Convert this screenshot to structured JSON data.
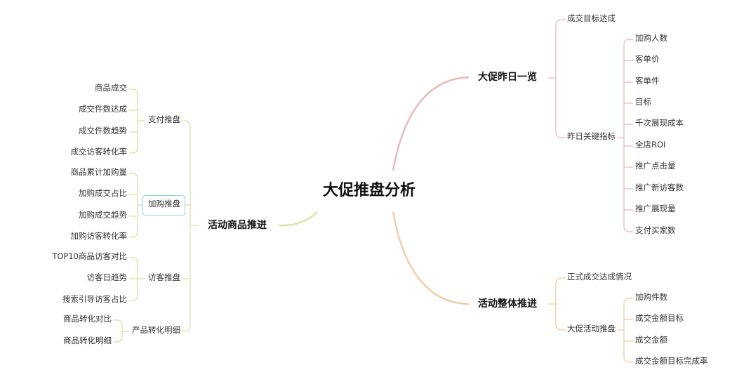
{
  "root": {
    "label": "大促推盘分析"
  },
  "right": {
    "overview": {
      "label": "大促昨日一览",
      "target": "成交目标达成",
      "key_metrics": {
        "label": "昨日关键指标",
        "items": [
          "加购人数",
          "客单价",
          "客单件",
          "目标",
          "千次展现成本",
          "全店ROI",
          "推广点击量",
          "推广新访客数",
          "推广展现量",
          "支付买家数"
        ]
      }
    },
    "overall": {
      "label": "活动整体推进",
      "formal": "正式成交达成情况",
      "promo": {
        "label": "大促活动推盘",
        "items": [
          "加购件数",
          "成交金额目标",
          "成交金额",
          "成交金额目标完成率"
        ]
      }
    }
  },
  "left": {
    "label": "活动商品推进",
    "groups": [
      {
        "label": "支付推盘",
        "items": [
          "商品成交",
          "成交件数达成",
          "成交件数趋势",
          "成交访客转化率"
        ]
      },
      {
        "label": "加购推盘",
        "items": [
          "商品累计加购量",
          "加购成交占比",
          "加购成交趋势",
          "加购访客转化率"
        ]
      },
      {
        "label": "访客推盘",
        "items": [
          "TOP10商品访客对比",
          "访客日趋势",
          "搜索引导访客占比"
        ]
      },
      {
        "label": "产品转化明细",
        "items": [
          "商品转化对比",
          "商品转化明细"
        ]
      }
    ]
  },
  "colors": {
    "overview": "#eab8b8",
    "overall": "#f4cda8",
    "left": "#d8e2a8",
    "selected_border": "#8fd3ef"
  }
}
